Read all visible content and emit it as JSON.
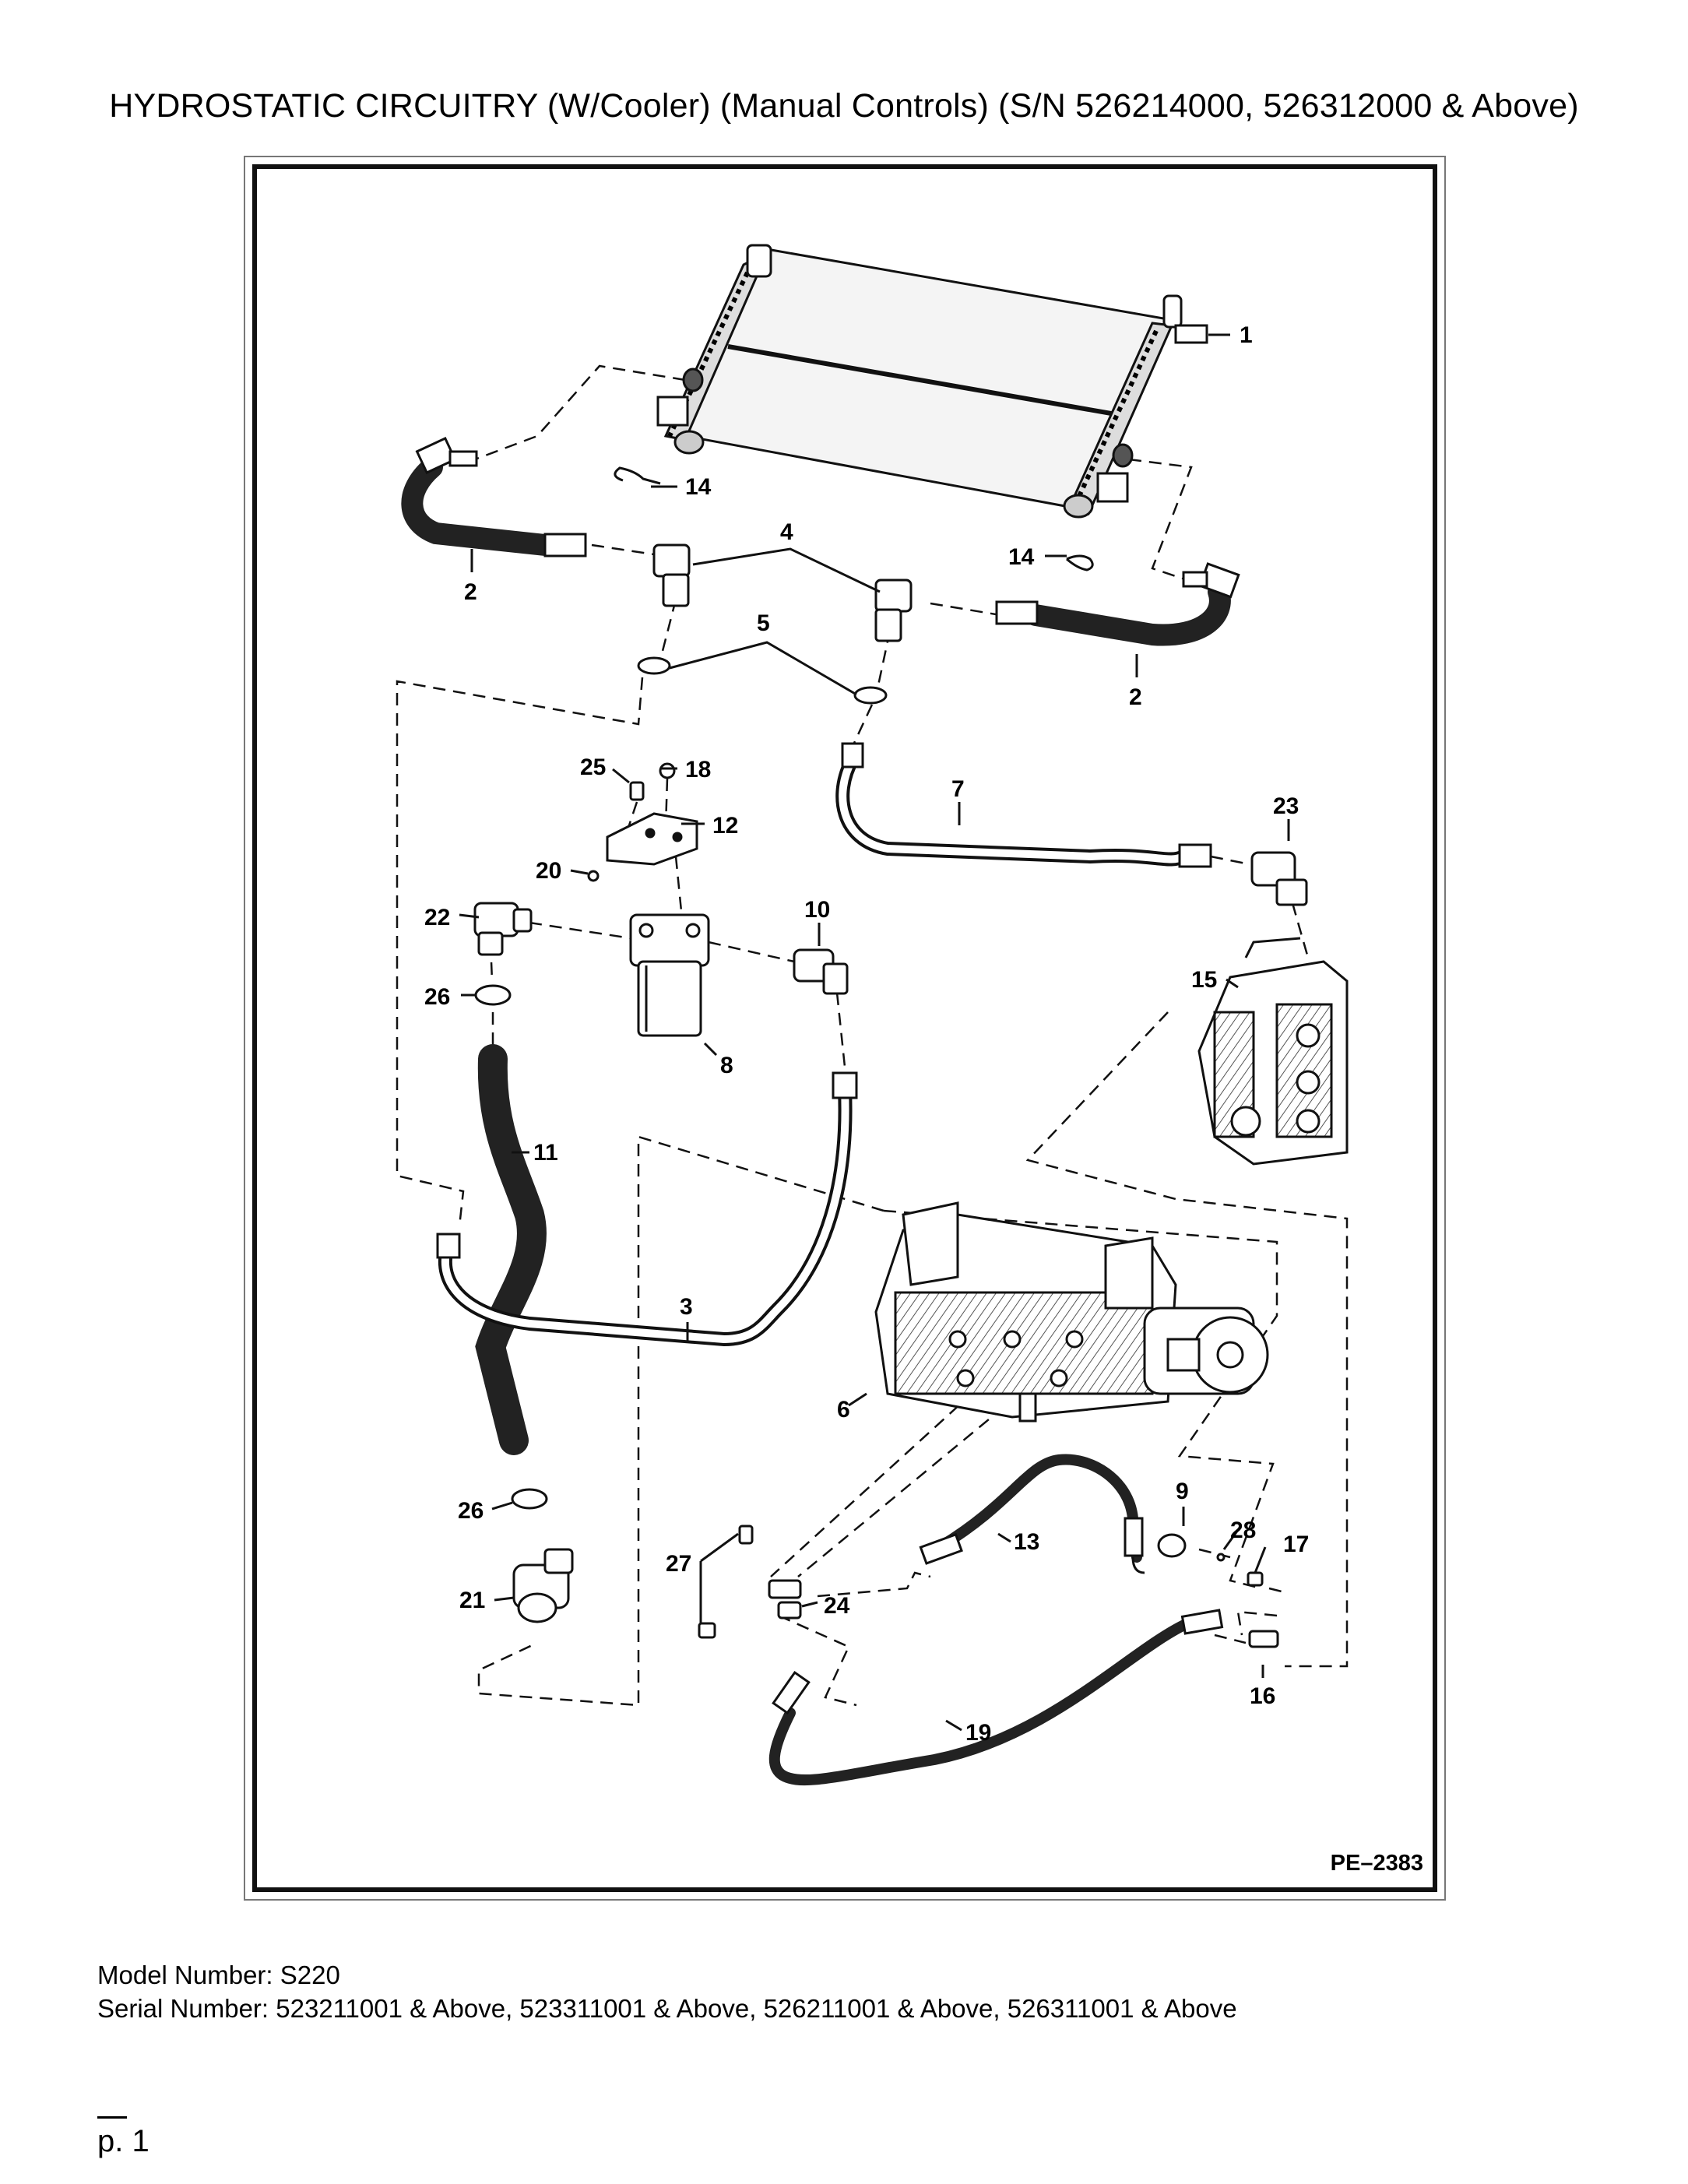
{
  "title": "HYDROSTATIC CIRCUITRY (W/Cooler) (Manual Controls) (S/N 526214000, 526312000 & Above)",
  "figure_id": "PE–2383",
  "model_line": "Model Number: S220",
  "serial_line": "Serial Number: 523211001 & Above, 523311001 & Above, 526211001 & Above, 526311001 & Above",
  "page_number": "p. 1",
  "callouts": {
    "c1": "1",
    "c2a": "2",
    "c2b": "2",
    "c3": "3",
    "c4": "4",
    "c5": "5",
    "c6": "6",
    "c7": "7",
    "c8": "8",
    "c9": "9",
    "c10": "10",
    "c11": "11",
    "c12": "12",
    "c13": "13",
    "c14a": "14",
    "c14b": "14",
    "c15": "15",
    "c16": "16",
    "c17": "17",
    "c18": "18",
    "c19": "19",
    "c20": "20",
    "c21": "21",
    "c22": "22",
    "c23": "23",
    "c24": "24",
    "c25": "25",
    "c26a": "26",
    "c26b": "26",
    "c27": "27",
    "c28": "28"
  }
}
